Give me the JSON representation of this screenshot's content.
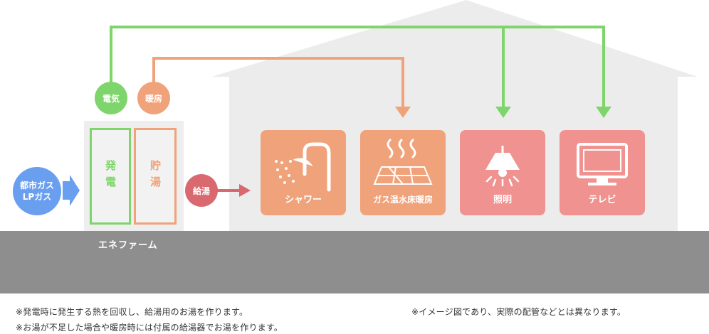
{
  "energy_labels": {
    "electricity": "電気",
    "heating": "暖房",
    "hot_water": "給湯"
  },
  "gas_source": {
    "line1": "都市ガス",
    "line2": "LPガス"
  },
  "unit": {
    "name": "エネファーム",
    "generator": "発電",
    "storage": "貯湯"
  },
  "appliances": [
    {
      "label": "シャワー",
      "icon": "shower-icon",
      "color": "#f0a27a"
    },
    {
      "label": "ガス温水床暖房",
      "icon": "floor-heating-icon",
      "color": "#f0a27a"
    },
    {
      "label": "照明",
      "icon": "lamp-icon",
      "color": "#ef9290"
    },
    {
      "label": "テレビ",
      "icon": "tv-icon",
      "color": "#ef9290"
    }
  ],
  "notes": {
    "left_line1": "※発電時に発生する熱を回収し、給湯用のお湯を作ります。",
    "left_line2": "※お湯が不足した場合や暖房時には付属の給湯器でお湯を作ります。",
    "right": "※イメージ図であり、実際の配管などとは異なります。"
  },
  "colors": {
    "electric_line": "#7ed56b",
    "heat_line": "#f0a27a",
    "hot_water_circle": "#d9696e",
    "gas_circle": "#6a9ff0",
    "house": "#ececec",
    "ground": "#8e8e8e"
  }
}
